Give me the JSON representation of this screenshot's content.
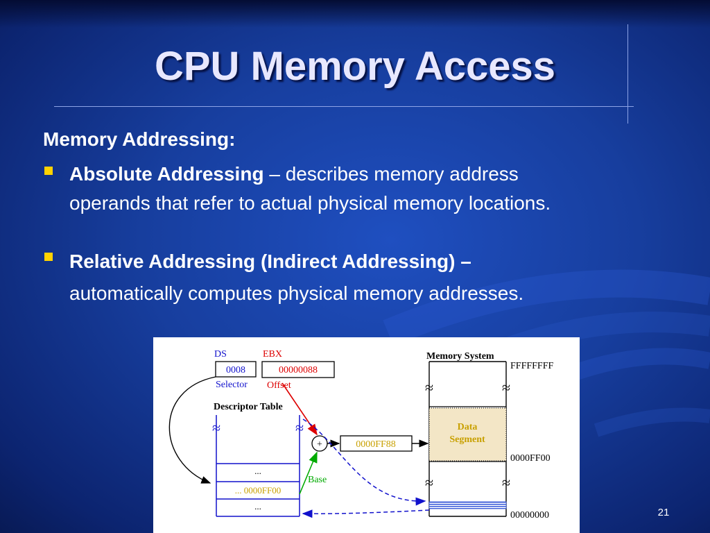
{
  "title": "CPU Memory Access",
  "heading": "Memory Addressing:",
  "bullets": [
    {
      "term": "Absolute Addressing",
      "dash": " – ",
      "desc_line1": "describes memory address",
      "desc_line2": "operands that refer to actual physical memory locations."
    },
    {
      "term": "Relative Addressing (Indirect Addressing)",
      "dash": " –",
      "desc_line2": "automatically computes physical memory addresses."
    }
  ],
  "diagram": {
    "ds_label": "DS",
    "ebx_label": "EBX",
    "selector_value": "0008",
    "offset_value": "00000088",
    "selector_label": "Selector",
    "offset_label": "Offset",
    "descriptor_table_label": "Descriptor Table",
    "ellipsis": "...",
    "descriptor_entry": "... 0000FF00",
    "plus_symbol": "+",
    "base_label": "Base",
    "result_address": "0000FF88",
    "memory_system_label": "Memory System",
    "data_segment_line1": "Data",
    "data_segment_line2": "Segment",
    "addr_top": "FFFFFFFF",
    "addr_segment_base": "0000FF00",
    "addr_bottom": "00000000",
    "break_symbol": "≈",
    "colors": {
      "blue": "#1111cc",
      "red": "#dd0000",
      "green": "#00aa00",
      "segment_fill": "#f3e6c6",
      "text_gold": "#c8a000"
    }
  },
  "page_number": "21"
}
